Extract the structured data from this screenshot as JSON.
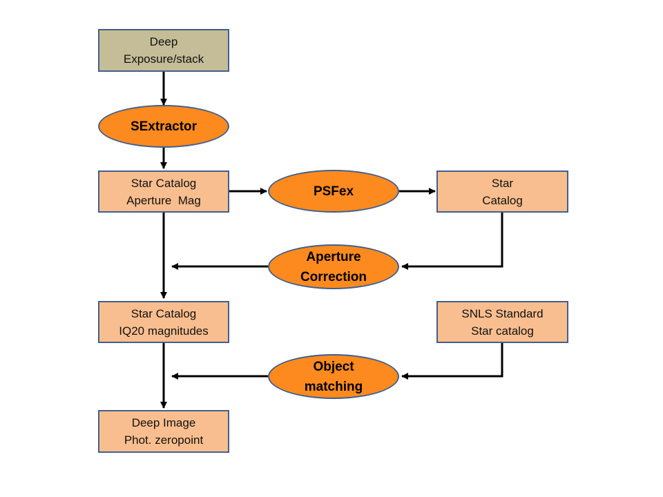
{
  "nodes": {
    "deep_exposure": {
      "lines": [
        "Deep",
        "Exposure/stack"
      ],
      "fill": "#c4bd97"
    },
    "sextractor": {
      "lines": [
        "SExtractor"
      ],
      "fill": "#fc8a1e"
    },
    "star_catalog_aperture": {
      "lines": [
        "Star Catalog",
        "Aperture  Mag"
      ],
      "fill": "#f9be8f"
    },
    "psfex": {
      "lines": [
        "PSFex"
      ],
      "fill": "#fc8a1e"
    },
    "star_catalog": {
      "lines": [
        "Star",
        "Catalog"
      ],
      "fill": "#f9be8f"
    },
    "aperture_correction": {
      "lines": [
        "Aperture",
        "Correction"
      ],
      "fill": "#fc8a1e"
    },
    "star_catalog_iq20": {
      "lines": [
        "Star Catalog",
        "IQ20 magnitudes"
      ],
      "fill": "#f9be8f"
    },
    "snls_standard": {
      "lines": [
        "SNLS Standard",
        "Star catalog"
      ],
      "fill": "#f9be8f"
    },
    "object_matching": {
      "lines": [
        "Object",
        "matching"
      ],
      "fill": "#fc8a1e"
    },
    "deep_image": {
      "lines": [
        "Deep Image",
        "Phot. zeropoint"
      ],
      "fill": "#f9be8f"
    }
  },
  "edges": [
    {
      "from": "deep_exposure",
      "to": "sextractor"
    },
    {
      "from": "sextractor",
      "to": "star_catalog_aperture"
    },
    {
      "from": "star_catalog_aperture",
      "to": "psfex"
    },
    {
      "from": "psfex",
      "to": "star_catalog"
    },
    {
      "from": "star_catalog",
      "to": "aperture_correction"
    },
    {
      "from": "aperture_correction",
      "to": "star_catalog_aperture-star_catalog_iq20 line"
    },
    {
      "from": "star_catalog_aperture",
      "to": "star_catalog_iq20"
    },
    {
      "from": "snls_standard",
      "to": "object_matching"
    },
    {
      "from": "object_matching",
      "to": "star_catalog_iq20-deep_image line"
    },
    {
      "from": "star_catalog_iq20",
      "to": "deep_image"
    }
  ],
  "colors": {
    "border": "#3f5f8f",
    "arrow": "#000000"
  }
}
